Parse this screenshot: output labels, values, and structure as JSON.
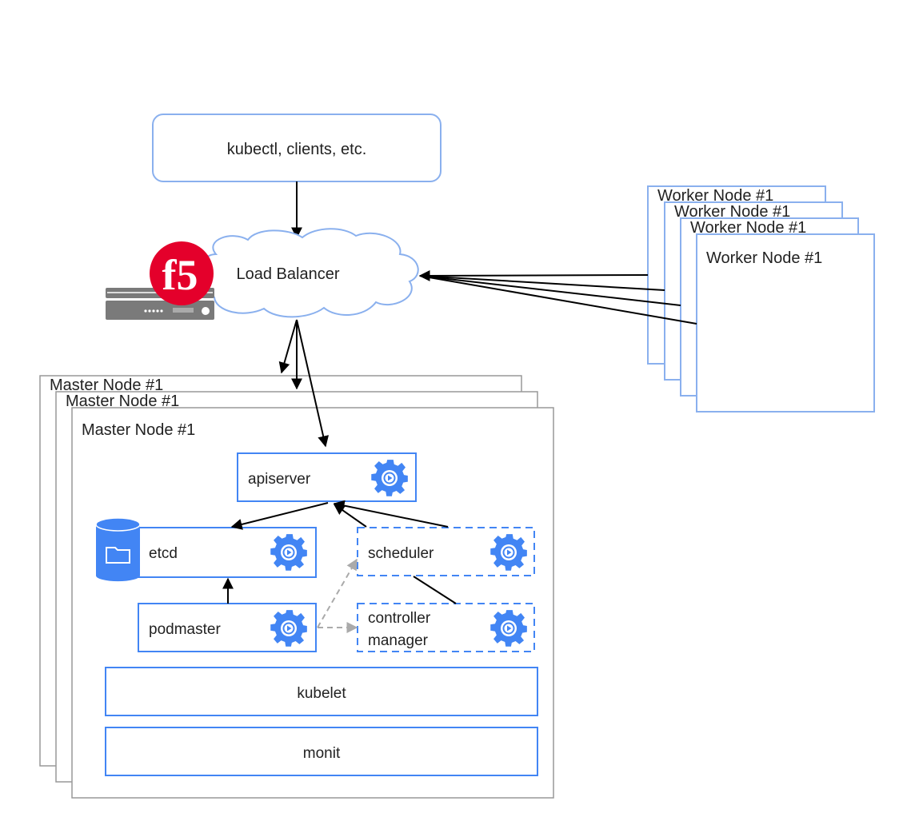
{
  "clients": {
    "label": "kubectl, clients, etc."
  },
  "load_balancer": {
    "label": "Load Balancer",
    "logo_text": "f5"
  },
  "worker_nodes": {
    "label": "Worker Node #1",
    "stack_count": 4
  },
  "master_nodes": {
    "label": "Master Node #1",
    "stack_count": 3
  },
  "components": {
    "apiserver": "apiserver",
    "etcd": "etcd",
    "scheduler": "scheduler",
    "podmaster": "podmaster",
    "controller_manager_line1": "controller",
    "controller_manager_line2": "manager",
    "kubelet": "kubelet",
    "monit": "monit"
  },
  "colors": {
    "accent_blue": "#4285f4",
    "box_border": "#8ab0ee",
    "f5_red": "#e4002b",
    "master_border": "#999999"
  }
}
